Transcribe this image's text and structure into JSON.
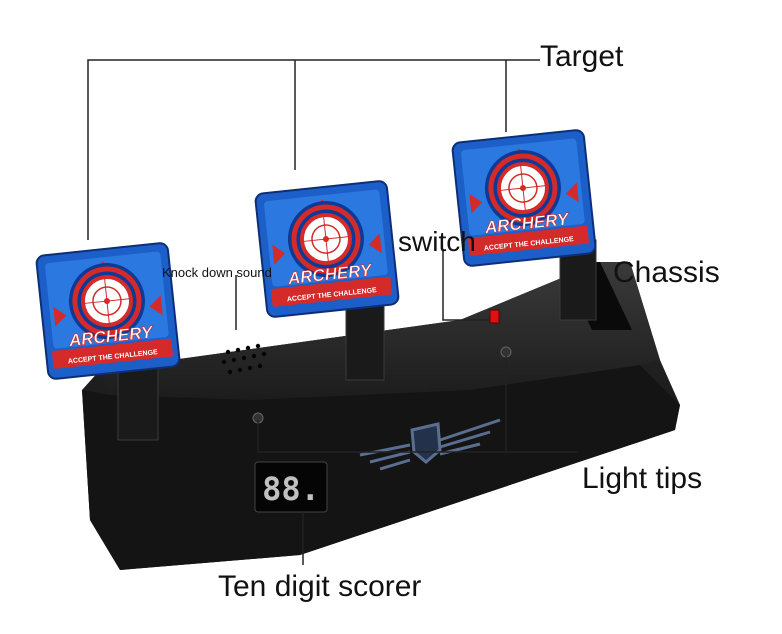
{
  "labels": {
    "target": "Target",
    "switch": "switch",
    "chassis": "Chassis",
    "knock_down_sound": "Knock down sound",
    "light_tips": "Light tips",
    "ten_digit_scorer": "Ten digit scorer"
  },
  "target_card": {
    "brand": "ARCHERY",
    "tagline": "ACCEPT THE CHALLENGE"
  },
  "scorer_display": "88.",
  "colors": {
    "card_blue": "#1d5fc9",
    "card_red": "#d42a2a",
    "chassis_black": "#151515",
    "switch_red": "#e01010",
    "leader_line": "#222222"
  }
}
